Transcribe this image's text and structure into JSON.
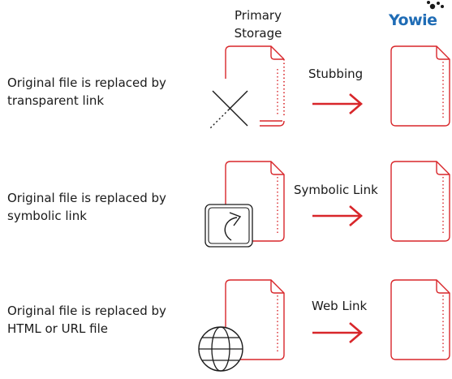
{
  "brand": {
    "logo_text": "Yowie"
  },
  "header": {
    "line1": "Primary",
    "line2": "Storage"
  },
  "rows": [
    {
      "description_line1": "Original file is replaced by",
      "description_line2": "transparent link",
      "method": "Stubbing",
      "icon": "cross-icon"
    },
    {
      "description_line1": "Original file is replaced by",
      "description_line2": "symbolic link",
      "method": "Symbolic Link",
      "icon": "shortcut-arrow-icon"
    },
    {
      "description_line1": "Original file is replaced by",
      "description_line2": "HTML or URL file",
      "method": "Web Link",
      "icon": "globe-icon"
    }
  ],
  "colors": {
    "accent": "#d8262a",
    "text": "#1a1a1a",
    "brand": "#1f6cb5"
  }
}
